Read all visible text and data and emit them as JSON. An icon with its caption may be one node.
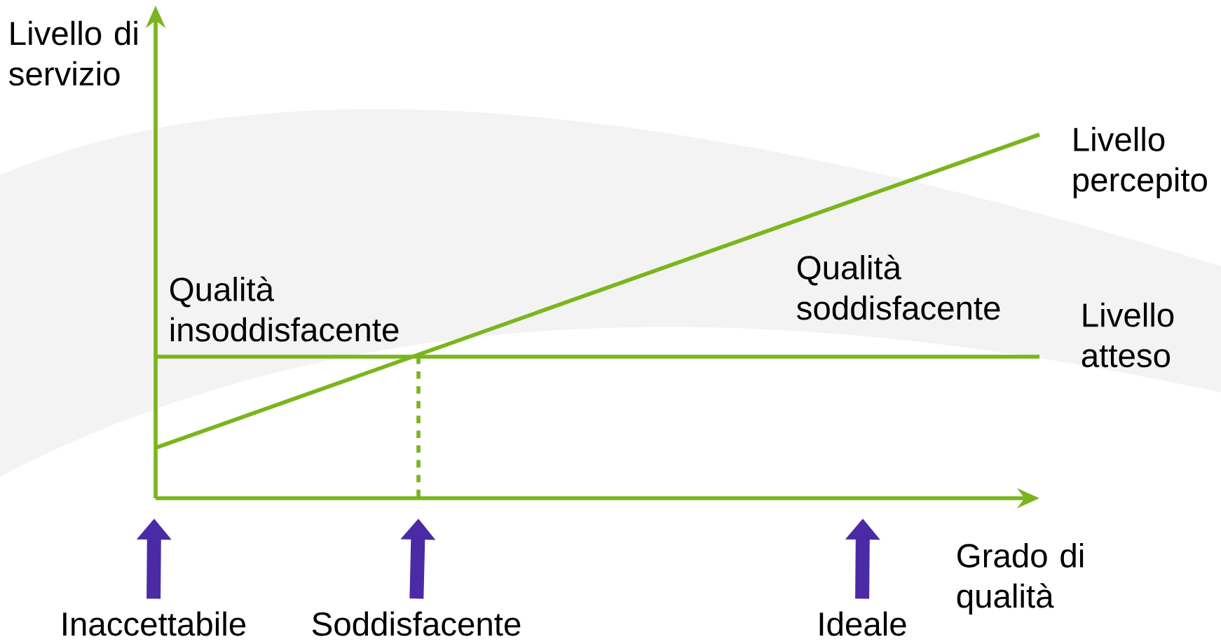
{
  "diagram": {
    "nodes": [
      {
        "text": [
          "Inaccettabile"
        ]
      },
      {
        "text": [
          "Soddisfacente"
        ]
      },
      {
        "text": [
          "Ideale"
        ]
      }
    ],
    "edges": [
      {
        "from": 0,
        "to": null,
        "arrow": "to"
      },
      {
        "from": 1,
        "to": null,
        "arrow": "to"
      },
      {
        "from": 2,
        "to": null,
        "arrow": "to"
      }
    ],
    "labels": [
      "Livello di servizio",
      "Livello percepito",
      "Qualità soddisfacente",
      "Qualità insoddisfacente",
      "Livello atteso",
      "Grado di qualità"
    ]
  }
}
